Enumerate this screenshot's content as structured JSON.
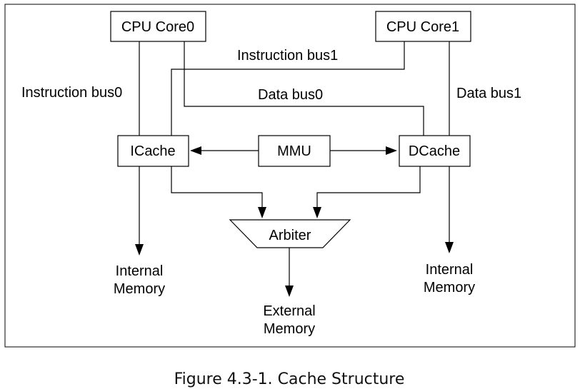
{
  "diagram": {
    "nodes": {
      "cpu0": "CPU Core0",
      "cpu1": "CPU Core1",
      "icache": "ICache",
      "mmu": "MMU",
      "dcache": "DCache",
      "arbiter": "Arbiter",
      "internal_left": [
        "Internal",
        "Memory"
      ],
      "internal_right": [
        "Internal",
        "Memory"
      ],
      "external": [
        "External",
        "Memory"
      ]
    },
    "edges": {
      "instruction_bus0": "Instruction bus0",
      "instruction_bus1": "Instruction bus1",
      "data_bus0": "Data bus0",
      "data_bus1": "Data bus1"
    }
  },
  "caption": "Figure 4.3-1. Cache Structure"
}
